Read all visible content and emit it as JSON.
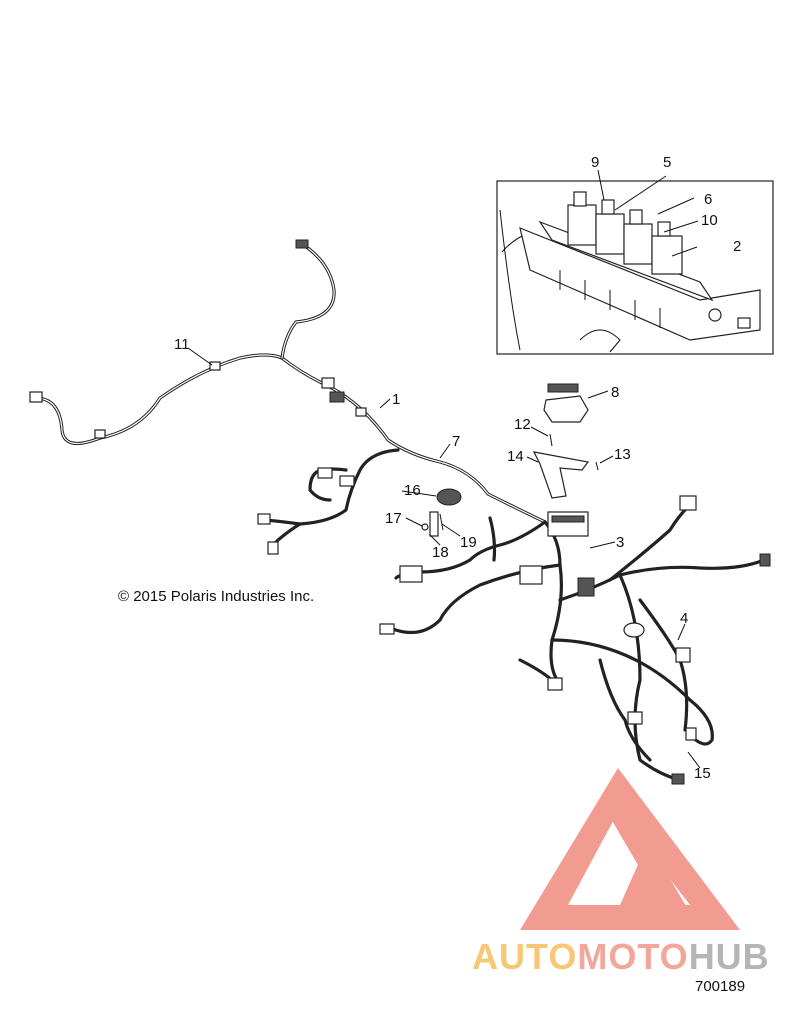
{
  "diagram": {
    "callouts": {
      "c1": "1",
      "c2": "2",
      "c3": "3",
      "c4": "4",
      "c5": "5",
      "c6": "6",
      "c7": "7",
      "c8": "8",
      "c9": "9",
      "c10": "10",
      "c11": "11",
      "c12": "12",
      "c13": "13",
      "c14": "14",
      "c15": "15",
      "c16": "16",
      "c17": "17",
      "c18": "18",
      "c19": "19"
    },
    "copyright": "© 2015 Polaris Industries Inc.",
    "figure_number": "700189"
  },
  "watermark": {
    "text_part1": "AUTO",
    "text_part2": "MOTO",
    "text_part3": "HUB",
    "colors": {
      "auto": "#f6c873",
      "moto": "#f2a79a",
      "hub": "#b5b5b5",
      "triangle": "#f08a7e"
    }
  }
}
